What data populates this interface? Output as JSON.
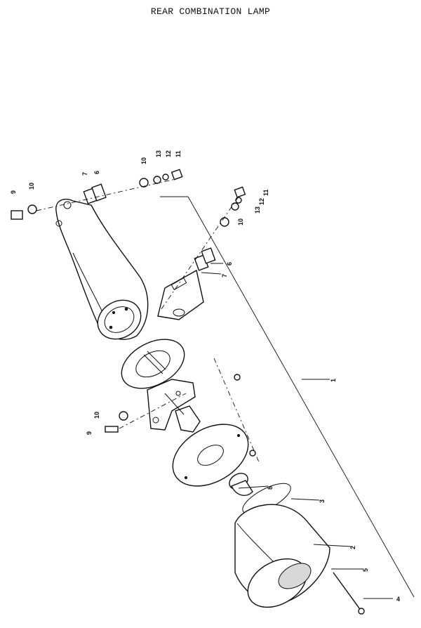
{
  "title": "REAR COMBINATION LAMP",
  "callouts": {
    "c1": "1",
    "c2": "2",
    "c3": "3",
    "c4": "4",
    "c5": "5",
    "c6_top": "6",
    "c6_mid": "6",
    "c7_top": "7",
    "c7_mid": "7",
    "c8": "8",
    "c9_left": "9",
    "c9_low": "9",
    "c10_left": "10",
    "c10_top": "10",
    "c10_right": "10",
    "c10_low": "10",
    "c11_top": "11",
    "c11_right": "11",
    "c12_top": "12",
    "c12_right": "12",
    "c13_top": "13",
    "c13_right": "13"
  }
}
